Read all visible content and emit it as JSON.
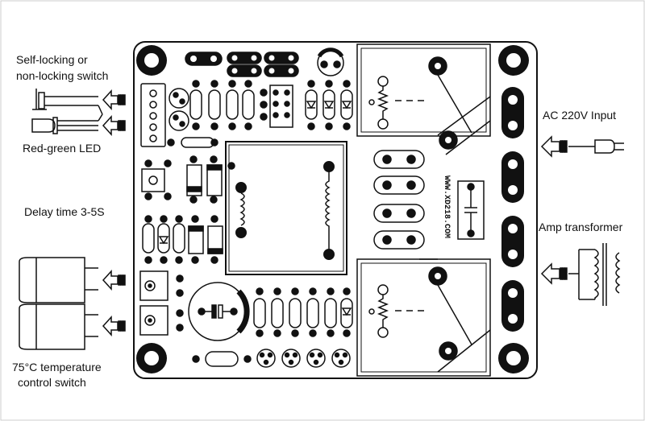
{
  "labels": {
    "switch_line1": "Self-locking or",
    "switch_line2": "non-locking switch",
    "led": "Red-green LED",
    "delay": "Delay time 3-5S",
    "temp_line1": "75°C temperature",
    "temp_line2": "control switch",
    "ac_input": "AC 220V Input",
    "amp_transformer": "Amp transformer",
    "board_text": "WWW.XD218.COM"
  },
  "colors": {
    "ink": "#111111",
    "board_fill": "#ffffff",
    "frame": "#cccccc"
  }
}
